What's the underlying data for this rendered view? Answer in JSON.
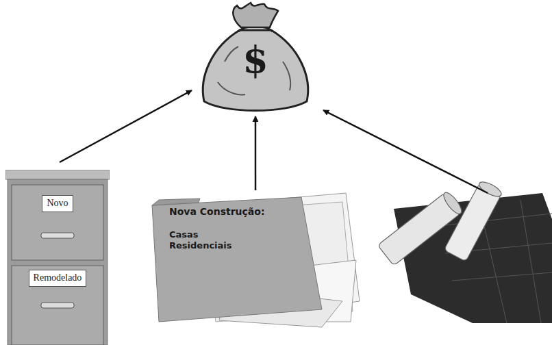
{
  "diagram": {
    "nodes": [
      {
        "text": [
          "$"
        ]
      },
      {
        "text": [
          "Novo",
          "Remodelado"
        ]
      },
      {
        "text": [
          "Nova Construção:",
          "Casas Residenciais"
        ]
      }
    ],
    "edges": [
      {
        "from": 1,
        "to": 0,
        "arrow": "to"
      },
      {
        "from": 2,
        "to": 0,
        "arrow": "to"
      }
    ]
  }
}
